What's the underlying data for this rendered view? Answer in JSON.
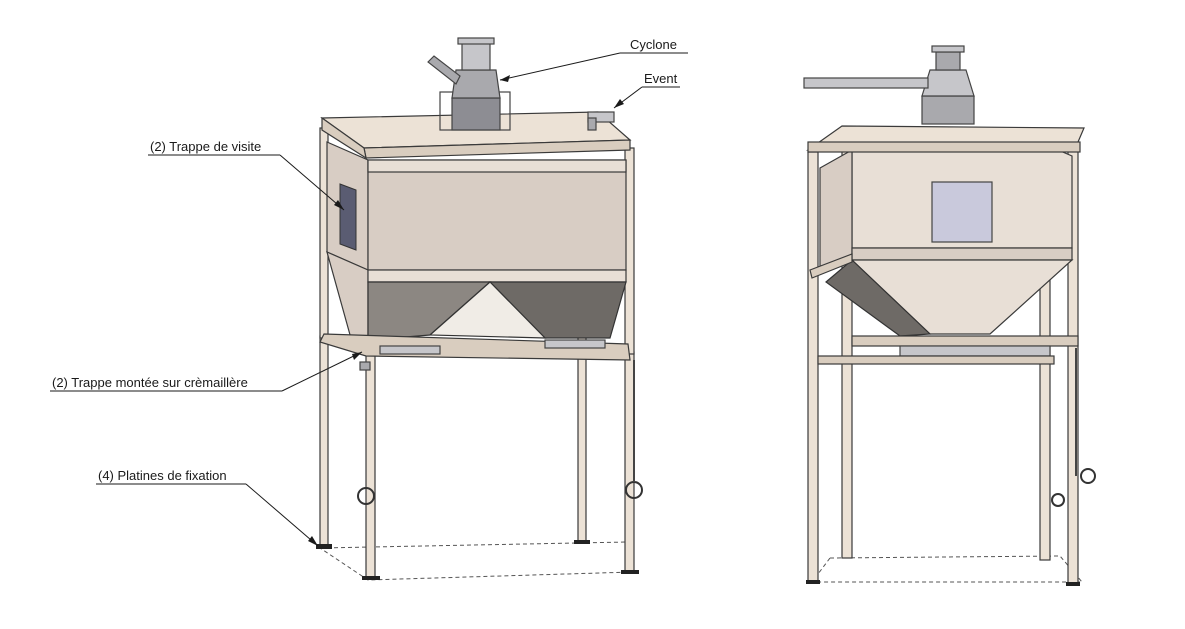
{
  "labels": {
    "cyclone": "Cyclone",
    "event": "Event",
    "trappe_visite": "(2) Trappe de visite",
    "trappe_cremaillere": "(2) Trappe montée sur crèmaillère",
    "platines": "(4) Platines de fixation"
  },
  "colors": {
    "frame": "#ece2d6",
    "hopper": "#d8cdc4",
    "cone_dark": "#6e6a66",
    "metal": "#a9a9ad",
    "hatch": "#c9c9dc"
  }
}
